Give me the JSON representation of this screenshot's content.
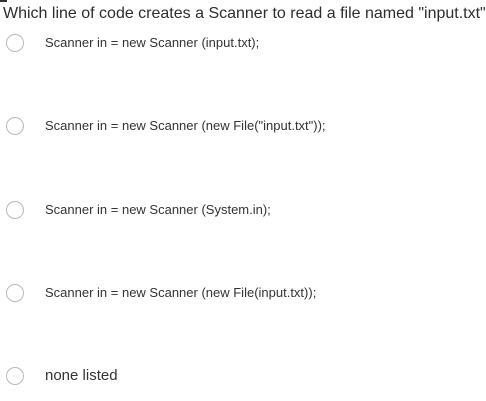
{
  "question": {
    "text": "Which line of code creates a Scanner to read a file named \"input.txt\"?"
  },
  "options": [
    {
      "label": "Scanner in = new Scanner (input.txt);",
      "selected": false
    },
    {
      "label": "Scanner in = new Scanner (new File(\"input.txt\"));",
      "selected": false
    },
    {
      "label": "Scanner in = new Scanner (System.in);",
      "selected": false
    },
    {
      "label": "Scanner in = new Scanner (new File(input.txt));",
      "selected": false
    },
    {
      "label": "none listed",
      "selected": false
    }
  ],
  "icons": {
    "radio": "radio-unchecked-icon"
  },
  "colors": {
    "text": "#333333",
    "radio_border": "#b9b9b9",
    "background": "#ffffff"
  }
}
